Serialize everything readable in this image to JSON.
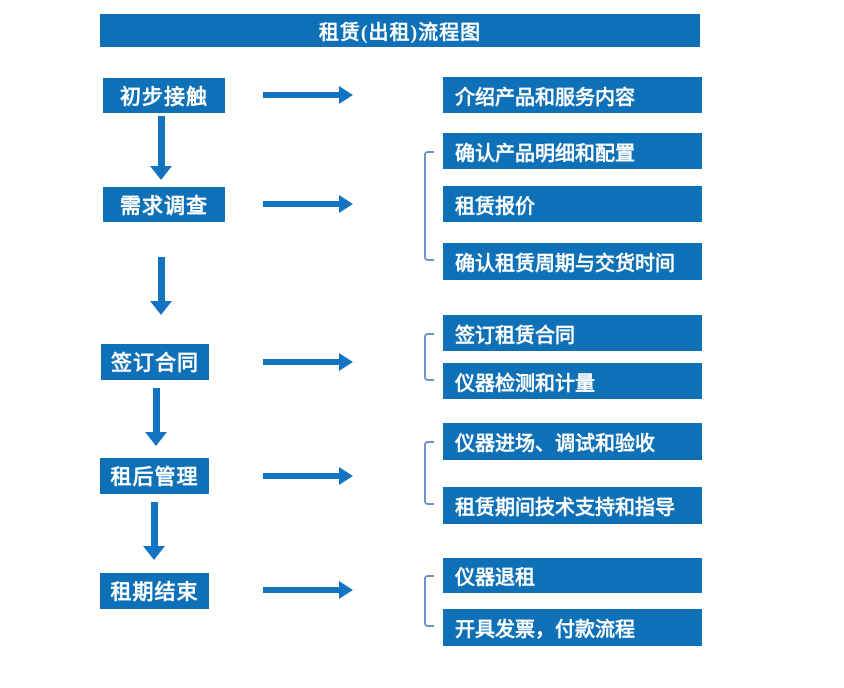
{
  "title": "租赁(出租)流程图",
  "colors": {
    "primary": "#0E71B8",
    "arrow": "#1173C1",
    "bracket": "#6C92CB",
    "text": "#FFFFFF",
    "background": "#FFFFFF"
  },
  "flow": {
    "steps": [
      {
        "label": "初步接触",
        "details": [
          "介绍产品和服务内容"
        ]
      },
      {
        "label": "需求调查",
        "details": [
          "确认产品明细和配置",
          "租赁报价",
          "确认租赁周期与交货时间"
        ]
      },
      {
        "label": "签订合同",
        "details": [
          "签订租赁合同",
          "仪器检测和计量"
        ]
      },
      {
        "label": "租后管理",
        "details": [
          "仪器进场、调试和验收",
          "租赁期间技术支持和指导"
        ]
      },
      {
        "label": "租期结束",
        "details": [
          "仪器退租",
          "开具发票，付款流程"
        ]
      }
    ]
  }
}
